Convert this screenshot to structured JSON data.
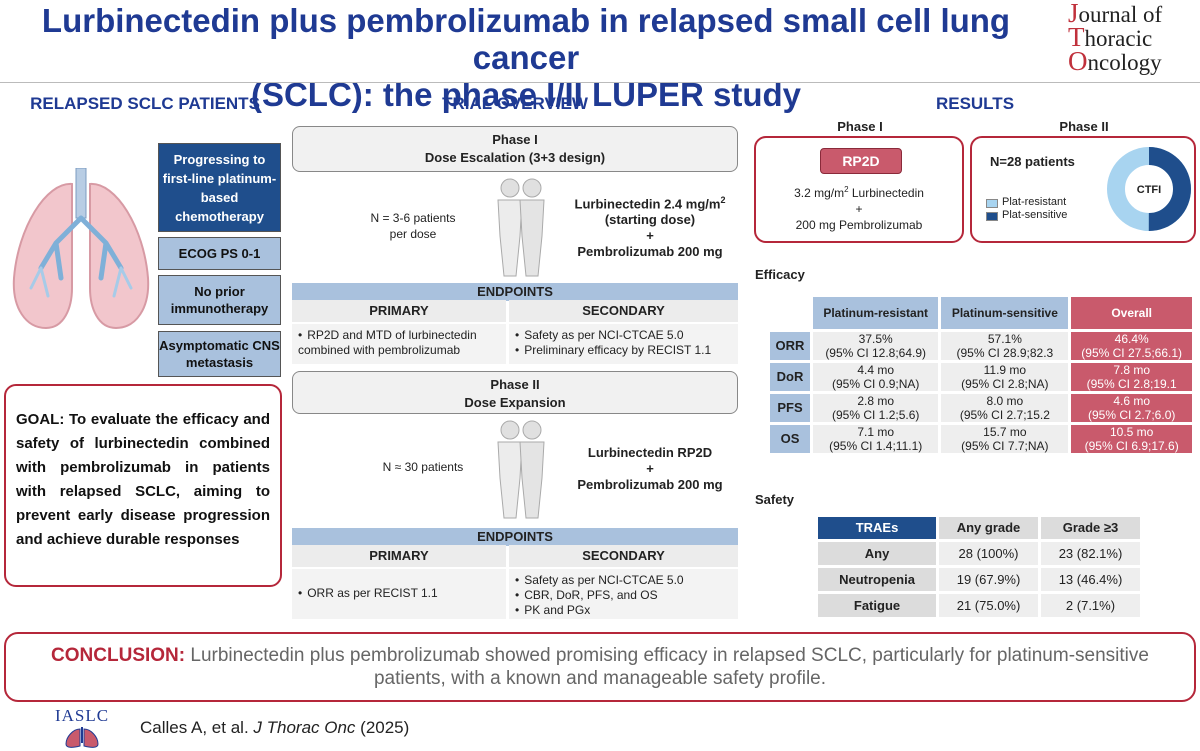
{
  "title": {
    "line1": "Lurbinectedin plus pembrolizumab in relapsed small cell lung cancer",
    "line2": "(SCLC): the phase I/II LUPER study"
  },
  "journal": {
    "j": "J",
    "ournal": "ournal of",
    "t": "T",
    "horacic": "horacic",
    "o": "O",
    "ncology": "ncology"
  },
  "left": {
    "header": "RELAPSED SCLC PATIENTS",
    "criteria": [
      "Progressing to first-line platinum-based chemotherapy",
      "ECOG PS 0-1",
      "No prior immunotherapy",
      "Asymptomatic CNS metastasis"
    ],
    "goal": "GOAL: To evaluate the efficacy and safety of lurbinectedin combined with pembrolizumab in patients with relapsed SCLC, aiming to prevent early disease progression and achieve durable responses"
  },
  "middle": {
    "header": "TRIAL OVERVIEW",
    "phase1": {
      "title1": "Phase I",
      "title2": "Dose Escalation (3+3 design)",
      "n1": "N = 3-6 patients",
      "n2": "per dose",
      "drug1": "Lurbinectedin 2.4 mg/m",
      "sup": "2",
      "drug2": "(starting dose)",
      "plus": "+",
      "drug3": "Pembrolizumab 200 mg",
      "endpoints": "ENDPOINTS",
      "primary": "PRIMARY",
      "secondary": "SECONDARY",
      "primary_items": [
        "RP2D and MTD of lurbinectedin combined with pembrolizumab"
      ],
      "secondary_items": [
        "Safety as per NCI-CTCAE 5.0",
        "Preliminary efficacy by RECIST 1.1"
      ]
    },
    "phase2": {
      "title1": "Phase II",
      "title2": "Dose Expansion",
      "n": "N ≈ 30 patients",
      "drug1": "Lurbinectedin RP2D",
      "plus": "+",
      "drug2": "Pembrolizumab 200 mg",
      "endpoints": "ENDPOINTS",
      "primary": "PRIMARY",
      "secondary": "SECONDARY",
      "primary_items": [
        "ORR as per RECIST 1.1"
      ],
      "secondary_items": [
        "Safety as per NCI-CTCAE 5.0",
        "CBR, DoR, PFS, and OS",
        "PK and PGx"
      ]
    }
  },
  "right": {
    "header": "RESULTS",
    "phase1_label": "Phase I",
    "phase2_label": "Phase II",
    "rp2d": "RP2D",
    "dose1a": "3.2 mg/m",
    "dose1sup": "2",
    "dose1b": " Lurbinectedin",
    "plus": "+",
    "dose2": "200 mg Pembrolizumab",
    "n_patients": "N=28 patients",
    "legend_resistant": "Plat-resistant",
    "legend_sensitive": "Plat-sensitive",
    "donut_label": "CTFI",
    "colors": {
      "resistant": "#a8d4f0",
      "sensitive": "#1f4e8c",
      "accent": "#c95a6c",
      "brand": "#1f3a93"
    },
    "efficacy_label": "Efficacy",
    "efficacy_cols": [
      "Platinum-resistant",
      "Platinum-sensitive",
      "Overall"
    ],
    "efficacy_rows": [
      {
        "name": "ORR",
        "cells": [
          [
            "37.5%",
            "(95% CI 12.8;64.9)"
          ],
          [
            "57.1%",
            "(95% CI 28.9;82.3"
          ],
          [
            "46.4%",
            "(95% CI 27.5;66.1)"
          ]
        ]
      },
      {
        "name": "DoR",
        "cells": [
          [
            "4.4 mo",
            "(95% CI 0.9;NA)"
          ],
          [
            "11.9 mo",
            "(95% CI 2.8;NA)"
          ],
          [
            "7.8 mo",
            "(95% CI 2.8;19.1"
          ]
        ]
      },
      {
        "name": "PFS",
        "cells": [
          [
            "2.8 mo",
            "(95% CI 1.2;5.6)"
          ],
          [
            "8.0 mo",
            "(95% CI 2.7;15.2"
          ],
          [
            "4.6 mo",
            "(95% CI 2.7;6.0)"
          ]
        ]
      },
      {
        "name": "OS",
        "cells": [
          [
            "7.1 mo",
            "(95% CI 1.4;11.1)"
          ],
          [
            "15.7 mo",
            "(95% CI 7.7;NA)"
          ],
          [
            "10.5 mo",
            "(95% CI 6.9;17.6)"
          ]
        ]
      }
    ],
    "safety_label": "Safety",
    "safety_cols": [
      "TRAEs",
      "Any grade",
      "Grade ≥3"
    ],
    "safety_rows": [
      [
        "Any",
        "28 (100%)",
        "23 (82.1%)"
      ],
      [
        "Neutropenia",
        "19 (67.9%)",
        "13 (46.4%)"
      ],
      [
        "Fatigue",
        "21 (75.0%)",
        "2 (7.1%)"
      ]
    ]
  },
  "conclusion": {
    "label": "CONCLUSION:",
    "text": "Lurbinectedin plus pembrolizumab showed promising efficacy in relapsed SCLC, particularly for platinum-sensitive patients, with a known and manageable safety profile."
  },
  "footer": {
    "logo": "IASLC",
    "citation_a": "Calles A, et al. ",
    "citation_journal": "J Thorac Onc",
    "citation_b": " (2025)"
  }
}
